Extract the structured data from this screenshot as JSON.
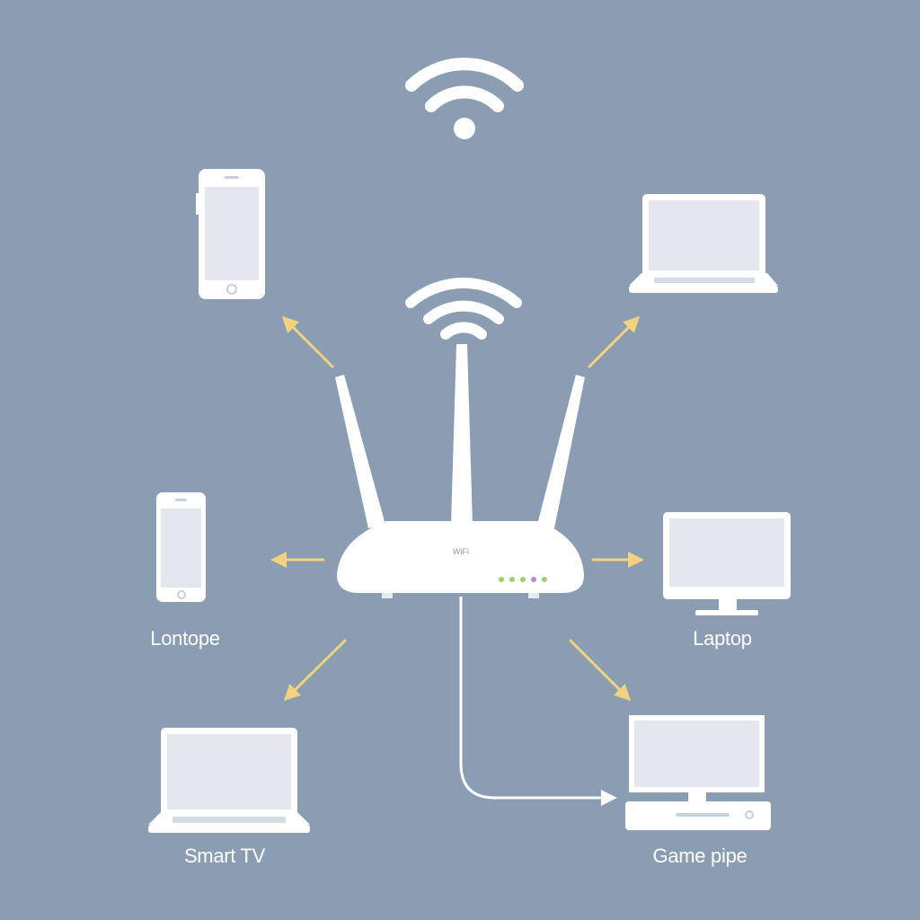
{
  "labels": {
    "left_phone": "Lontope",
    "right_monitor": "Laptop",
    "bottom_left_laptop": "Smart TV",
    "bottom_right_console": "Game pipe"
  },
  "router": {
    "brand_text": "WiFi",
    "led_colors": [
      "#9bd36a",
      "#9bd36a",
      "#9bd36a",
      "#b48ad8",
      "#9bd36a"
    ]
  },
  "colors": {
    "background": "#8a9db3",
    "device": "#ffffff",
    "screen": "#e3e7ee",
    "arrow": "#f2d27e"
  },
  "icons": {
    "top": "wifi-signal-icon",
    "router": "wifi-router-icon"
  }
}
